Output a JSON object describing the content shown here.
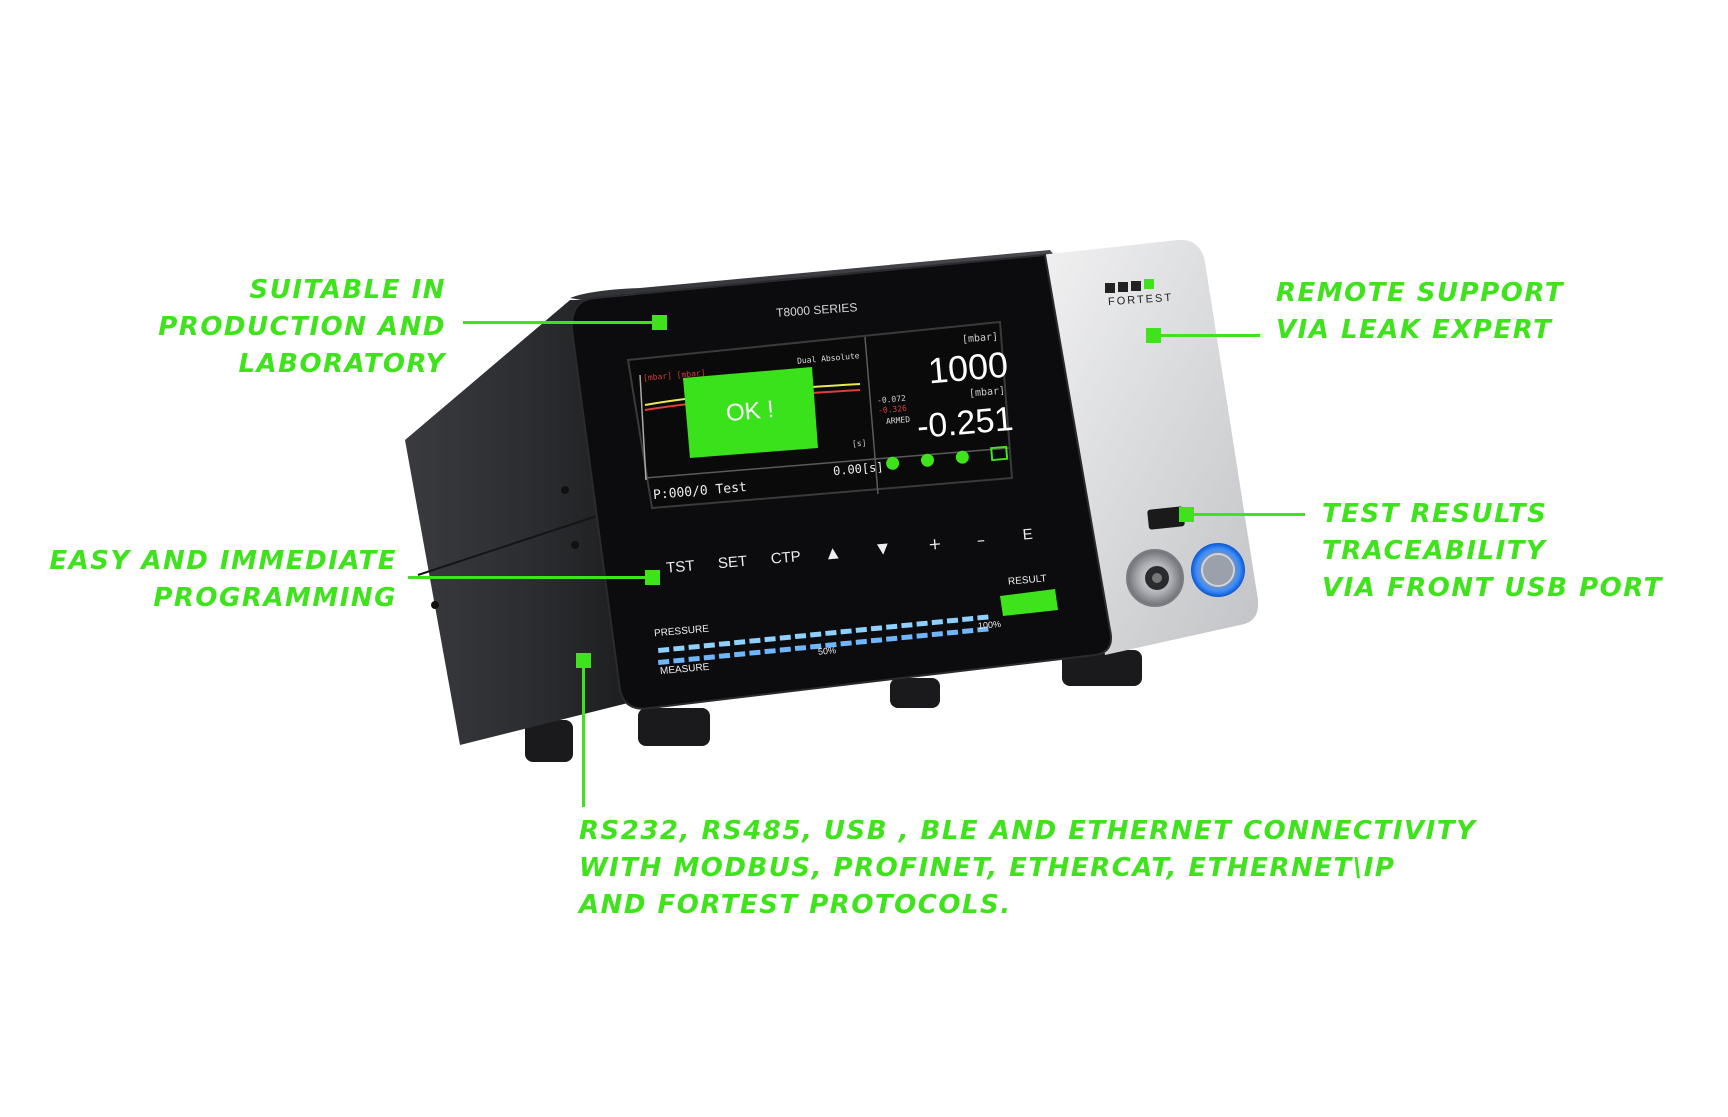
{
  "callouts": {
    "production": [
      "SUITABLE IN",
      "PRODUCTION AND",
      "LABORATORY"
    ],
    "programming": [
      "EASY AND IMMEDIATE",
      "PROGRAMMING"
    ],
    "remote": [
      "REMOTE SUPPORT",
      "VIA LEAK EXPERT"
    ],
    "usb": [
      "TEST RESULTS",
      "TRACEABILITY",
      "VIA FRONT USB PORT"
    ],
    "connectivity": [
      "RS232, RS485, USB , BLE AND ETHERNET CONNECTIVITY",
      "WITH MODBUS, PROFINET, ETHERCAT, ETHERNET\\IP",
      "AND FORTEST PROTOCOLS."
    ]
  },
  "device": {
    "series_label": "T8000 SERIES",
    "brand": "FORTEST",
    "screen": {
      "chart_units": "[mbar] [mbar]",
      "mode": "Dual Absolute",
      "result": "OK !",
      "time_unit": "[s]",
      "program": "P:000/0 Test",
      "elapsed": "0.00[s]",
      "unit_1": "[mbar]",
      "value_1": "1000",
      "unit_2": "[mbar]",
      "value_2": "-0.251",
      "small_1": "-0.072",
      "small_2": "-0.326",
      "status": "ARMED"
    },
    "keys": [
      "TST",
      "SET",
      "CTP",
      "▲",
      "▼",
      "+",
      "–",
      "E"
    ],
    "result_label": "RESULT",
    "pressure_label": "PRESSURE",
    "measure_label": "MEASURE",
    "scale_50": "50%",
    "scale_100": "100%"
  },
  "colors": {
    "accent": "#3fe31c",
    "body": "#222326",
    "panel": "#0c0c0e",
    "led": "#2a7bff"
  }
}
